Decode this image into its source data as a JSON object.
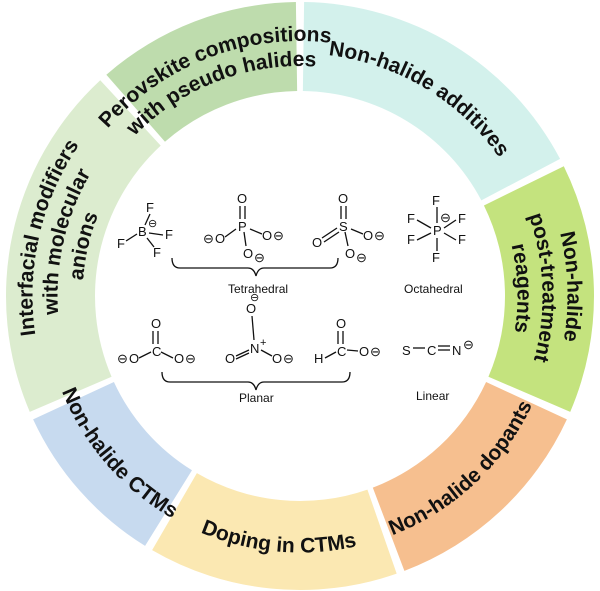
{
  "ring": {
    "segments": [
      {
        "id": "non-halide-additives",
        "lines": [
          "Non-halide additives"
        ],
        "color": "#d3f1ec"
      },
      {
        "id": "non-halide-post-treatment-reagents",
        "lines": [
          "Non-halide",
          "post-treatment",
          "reagents"
        ],
        "color": "#c4e37e"
      },
      {
        "id": "non-halide-dopants",
        "lines": [
          "Non-halide dopants"
        ],
        "color": "#f6bf8f"
      },
      {
        "id": "doping-in-ctms",
        "lines": [
          "Doping in CTMs"
        ],
        "color": "#fbe8b2"
      },
      {
        "id": "non-halide-ctms",
        "lines": [
          "Non-halide CTMs"
        ],
        "color": "#c7daef"
      },
      {
        "id": "interfacial-modifiers",
        "lines": [
          "Interfacial modifiers",
          "with molecular",
          "anions"
        ],
        "color": "#dceccf"
      },
      {
        "id": "perovskite-compositions",
        "lines": [
          "Perovskite compositions",
          "with pseudo halides"
        ],
        "color": "#bedcad"
      }
    ]
  },
  "center": {
    "groups": {
      "tetrahedral": "Tetrahedral",
      "octahedral": "Octahedral",
      "planar": "Planar",
      "linear": "Linear"
    },
    "atoms": {
      "F": "F",
      "B": "B",
      "P": "P",
      "O": "O",
      "S": "S",
      "C": "C",
      "N": "N",
      "H": "H",
      "minus": "⊖",
      "plus": "+"
    }
  }
}
